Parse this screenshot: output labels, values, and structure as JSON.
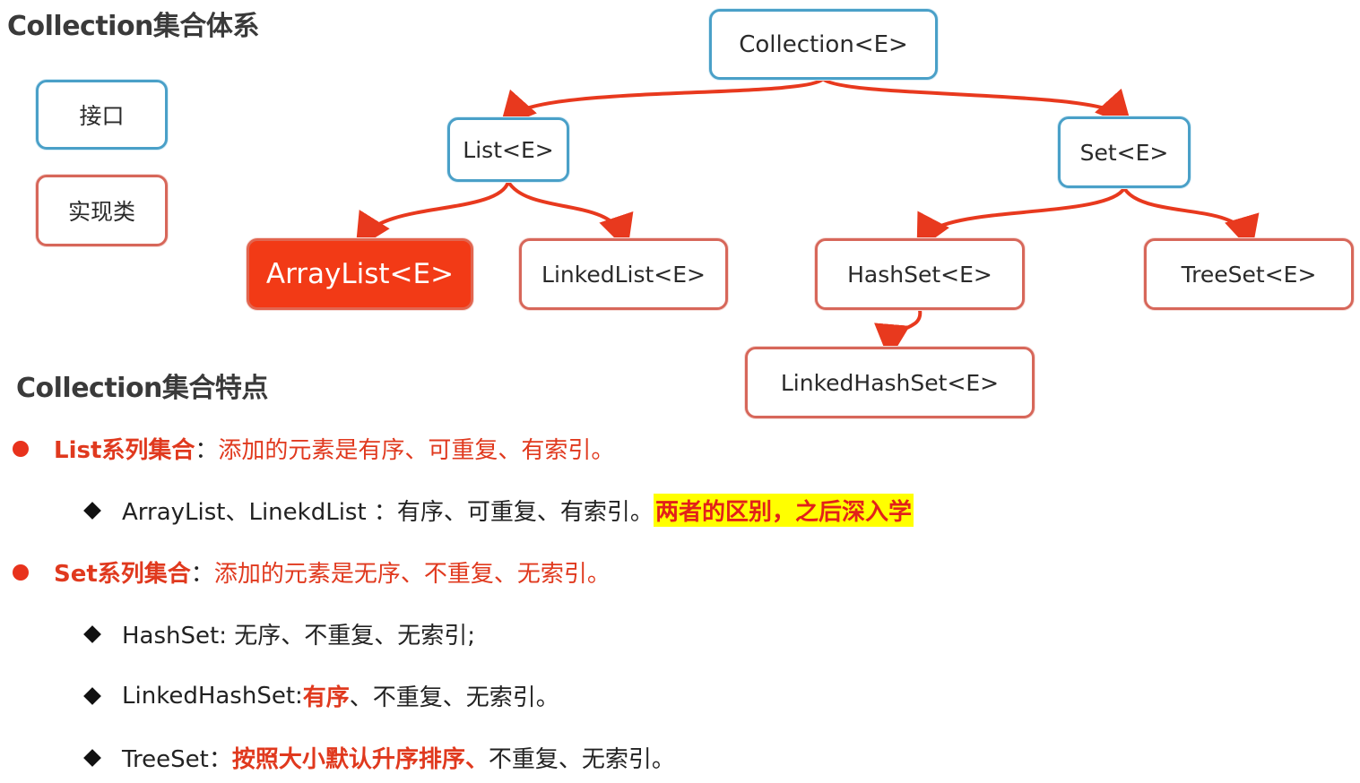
{
  "title": "Collection集合体系",
  "legend": {
    "interface": "接口",
    "implementation": "实现类"
  },
  "nodes": {
    "collection": "Collection<E>",
    "list": "List<E>",
    "set": "Set<E>",
    "arraylist": "ArrayList<E>",
    "linkedlist": "LinkedList<E>",
    "hashset": "HashSet<E>",
    "treeset": "TreeSet<E>",
    "linkedhashset": "LinkedHashSet<E>"
  },
  "colors": {
    "interface_border": "#4aa0c8",
    "impl_border": "#d7675a",
    "arrow": "#e8391e",
    "highlight_fill": "#f23a16"
  },
  "features": {
    "title": "Collection集合特点",
    "list": {
      "label": "List系列集合",
      "colon": "：",
      "desc": "添加的元素是有序、可重复、有索引。"
    },
    "list_sub": {
      "text": "ArrayList、LinekdList ：有序、可重复、有索引。",
      "highlight": "两者的区别，之后深入学"
    },
    "set": {
      "label": "Set系列集合",
      "colon": "：",
      "desc": "添加的元素是无序、不重复、无索引。"
    },
    "hashset": {
      "text": "HashSet: 无序、不重复、无索引;"
    },
    "linkedhashset": {
      "prefix": "LinkedHashSet: ",
      "emph": "有序",
      "suffix": "、不重复、无索引。"
    },
    "treeset": {
      "prefix": "TreeSet：",
      "emph": "按照大小默认升序排序、",
      "suffix": "不重复、无索引。"
    }
  }
}
